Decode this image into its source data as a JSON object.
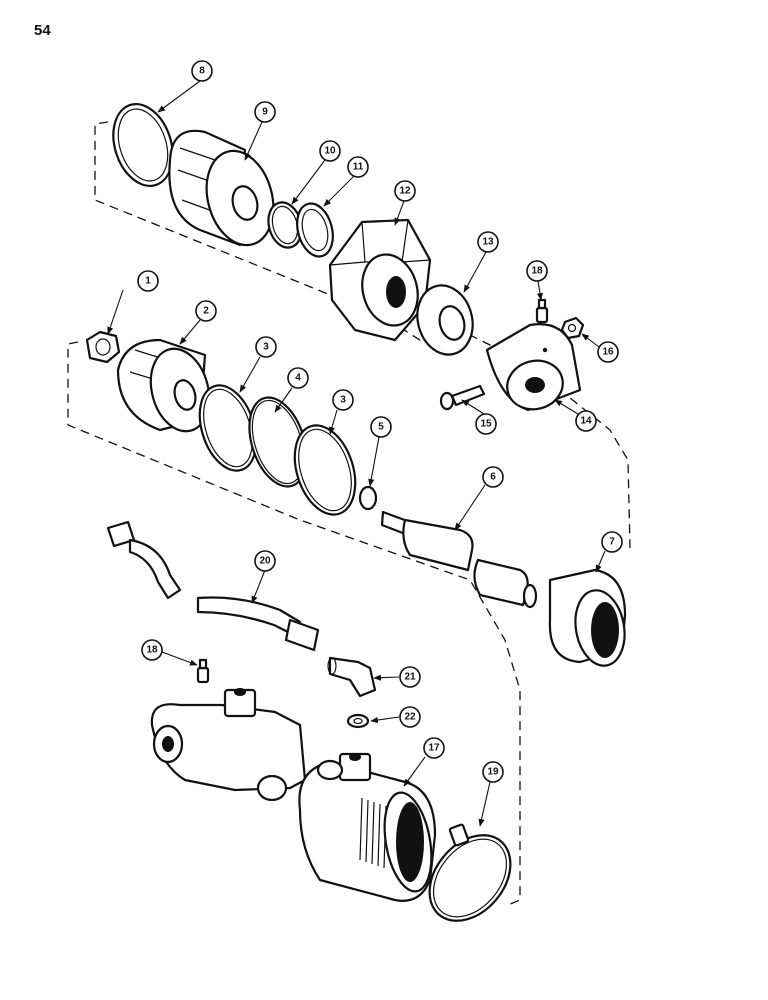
{
  "page": {
    "number": "54"
  },
  "callouts": [
    "1",
    "2",
    "3",
    "3",
    "4",
    "5",
    "6",
    "7",
    "8",
    "9",
    "10",
    "11",
    "12",
    "13",
    "14",
    "15",
    "16",
    "17",
    "18",
    "18",
    "19",
    "20",
    "21",
    "22"
  ]
}
